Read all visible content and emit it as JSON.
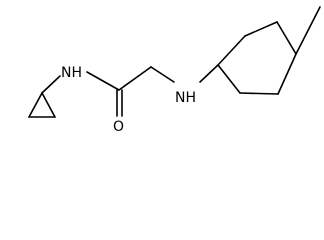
{
  "molecule": {
    "atoms": {
      "amide_nitrogen": "NH",
      "carbonyl_oxygen": "O",
      "amine_nitrogen": "NH"
    }
  },
  "colors": {
    "background": "#ffffff",
    "bond": "#000000",
    "label": "#000000"
  }
}
